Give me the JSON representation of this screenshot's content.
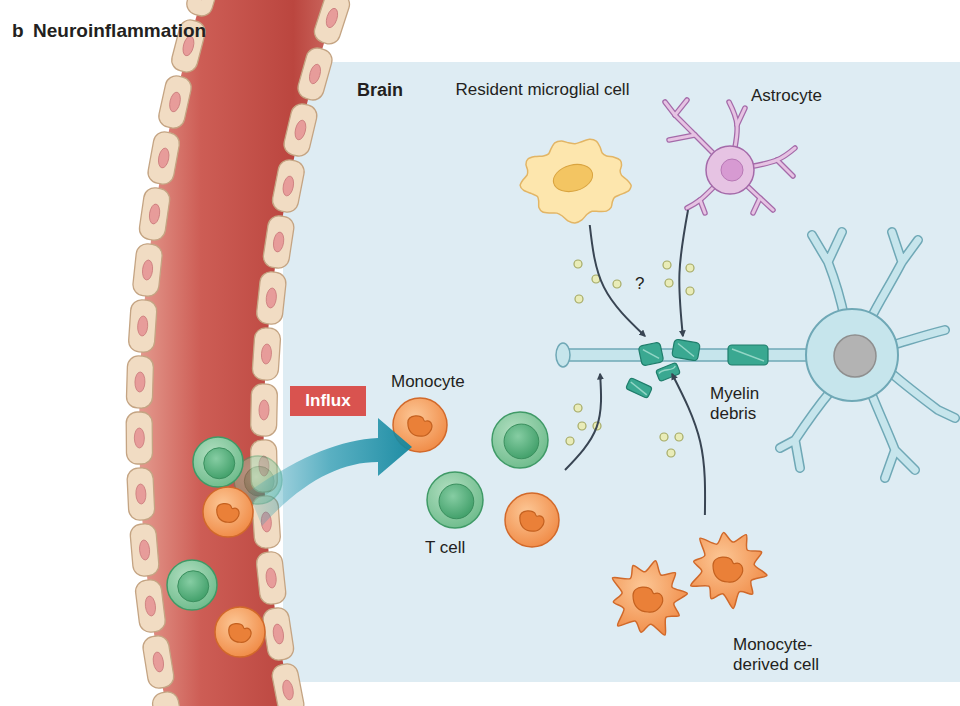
{
  "diagram": {
    "title": "Neuroinflammation",
    "nodes": [
      {
        "text": [
          "Brain"
        ]
      },
      {
        "text": [
          "Resident microglial cell"
        ],
        "in": 0
      },
      {
        "text": [
          "Astrocyte"
        ],
        "in": 0
      },
      {
        "text": [
          "Monocyte",
          "T cell"
        ],
        "in": 0
      },
      {
        "text": [
          "Myelin debris"
        ],
        "in": 0
      },
      {
        "text": [
          "Monocyte-derived cell"
        ],
        "in": 0
      }
    ],
    "edges": [
      {
        "from": 1,
        "to": 4,
        "arrow": "to"
      },
      {
        "from": 2,
        "to": 4,
        "arrow": "to"
      },
      {
        "from": 3,
        "to": 4,
        "arrow": "to"
      },
      {
        "from": 5,
        "to": 4,
        "arrow": "to"
      }
    ],
    "labels": [
      "b",
      "Influx",
      "?"
    ]
  }
}
